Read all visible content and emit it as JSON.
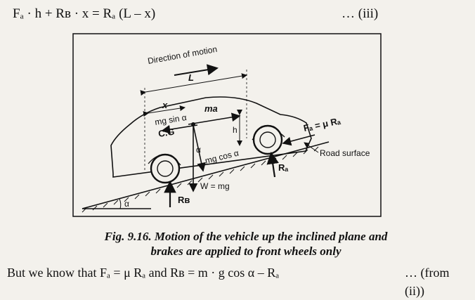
{
  "equation": {
    "text": "Fₐ · h + Rʙ · x  =  Rₐ (L – x)",
    "ref": "… (iii)"
  },
  "figure": {
    "labels": {
      "direction": "Direction of motion",
      "L": "L",
      "x": "x",
      "ma": "ma",
      "mg_sin": "mg sin α",
      "cg": "C.G",
      "h": "h",
      "alpha_small": "α",
      "mg_cos": "mg cos α",
      "W": "W = mg",
      "FA": "Fₐ = μ Rₐ",
      "road": "Road surface",
      "RA": "Rₐ",
      "RB": "Rʙ",
      "alpha": "α"
    }
  },
  "caption": {
    "line1": "Fig. 9.16.  Motion of the vehicle up the inclined plane and",
    "line2": "brakes are applied to front wheels only"
  },
  "bottom": {
    "text": "But we know that  Fₐ = μ Rₐ  and  Rʙ =  m · g cos α – Rₐ",
    "ref": "… (from (ii))"
  }
}
